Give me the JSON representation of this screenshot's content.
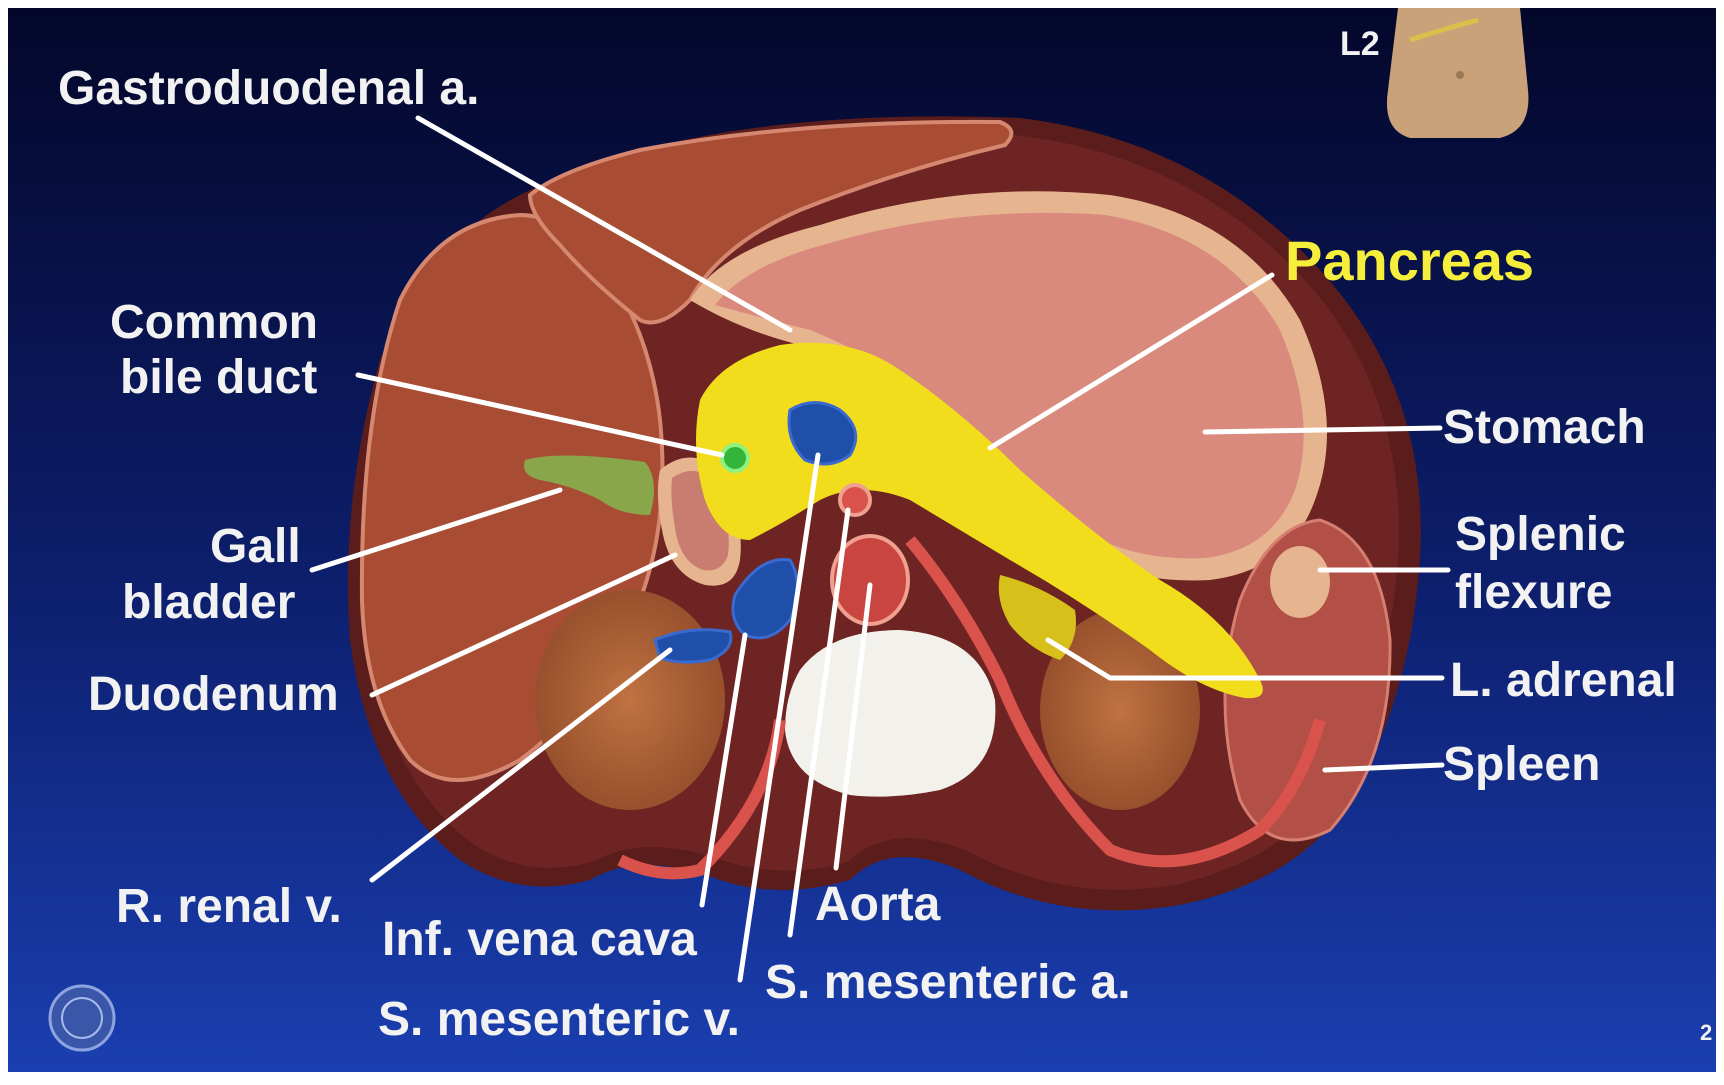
{
  "labels": {
    "gastroduodenal": "Gastroduodenal a.",
    "common_bile_duct_1": "Common",
    "common_bile_duct_2": "bile duct",
    "gall_bladder_1": "Gall",
    "gall_bladder_2": "bladder",
    "duodenum": "Duodenum",
    "r_renal_v": "R. renal v.",
    "inf_vena_cava": "Inf. vena cava",
    "s_mesenteric_v": "S. mesenteric v.",
    "aorta": "Aorta",
    "s_mesenteric_a": "S. mesenteric a.",
    "pancreas": "Pancreas",
    "stomach": "Stomach",
    "splenic_flexure_1": "Splenic",
    "splenic_flexure_2": "flexure",
    "l_adrenal": "L. adrenal",
    "spleen": "Spleen",
    "level": "L2",
    "page_number": "2"
  },
  "colors": {
    "background_top": "#04072a",
    "background_bottom": "#1a3fb0",
    "pancreas": "#f2dd1c",
    "label_highlight": "#f5ef3c",
    "label": "#f2f2f2",
    "liver": "#a84d34",
    "stomach": "#d98a7c",
    "vessel_blue": "#1f4fa8",
    "gall_bladder": "#8aa64a"
  }
}
